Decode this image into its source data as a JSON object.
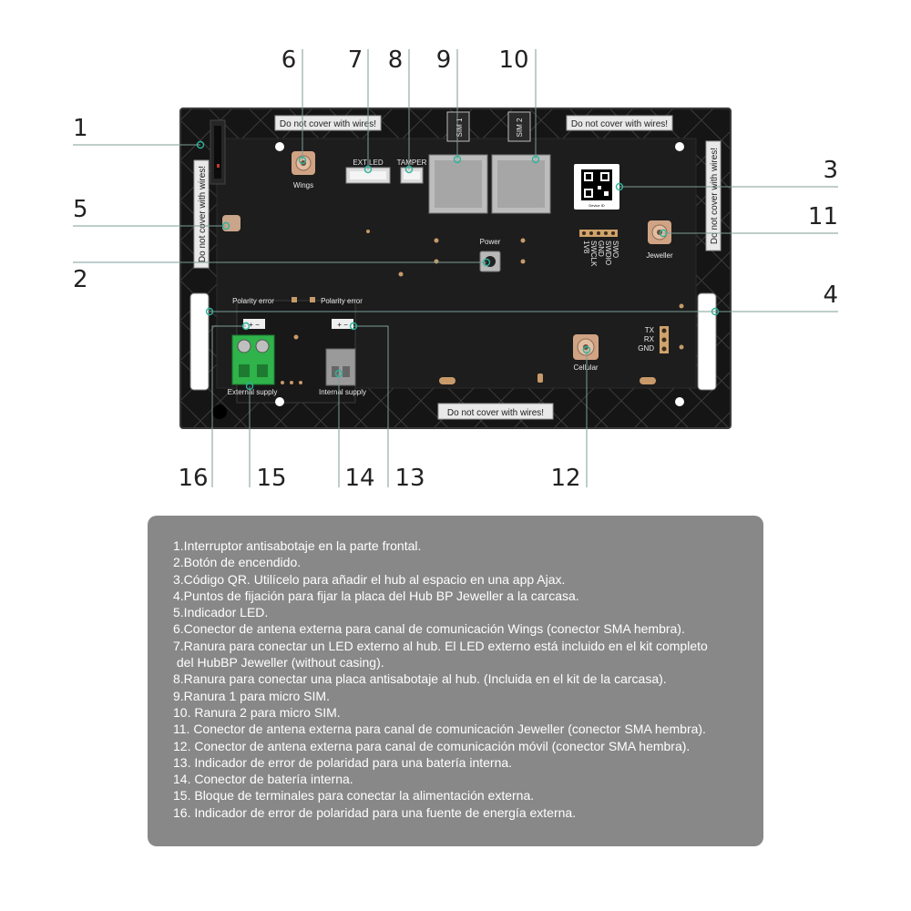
{
  "diagram": {
    "callouts": [
      "1",
      "2",
      "3",
      "4",
      "5",
      "6",
      "7",
      "8",
      "9",
      "10",
      "11",
      "12",
      "13",
      "14",
      "15",
      "16"
    ],
    "board": {
      "warning": "Do not cover with wires!",
      "wings": "Wings",
      "jeweller": "Jeweller",
      "cellular": "Cellular",
      "power": "Power",
      "sim1": "SIM 1",
      "sim2": "SIM 2",
      "ext_led": "EXT LED",
      "tamper": "TAMPER",
      "polarity_error": "Polarity error",
      "external_supply": "External supply",
      "internal_supply": "Internal supply",
      "device_id": "Device ID",
      "tx": "TX",
      "rx": "RX",
      "gnd": "GND",
      "header_pins": [
        "1V8",
        "SWCLK",
        "GND",
        "SWDIO",
        "SWO"
      ]
    }
  },
  "legend": {
    "items": [
      "1.Interruptor antisabotaje en la parte frontal.",
      "2.Botón de encendido.",
      "3.Código QR. Utilícelo para añadir el hub al espacio en una app Ajax.",
      "4.Puntos de fijación para fijar la placa del Hub BP Jeweller a la carcasa.",
      "5.Indicador LED.",
      "6.Conector de antena externa para canal de comunicación Wings (conector SMA hembra).",
      "7.Ranura para conectar un LED externo al hub. El LED externo está incluido en el kit completo",
      " del HubBP Jeweller (without casing).",
      "8.Ranura para conectar una placa antisabotaje al hub. (Incluida en el kit de la carcasa).",
      "9.Ranura 1 para micro SIM.",
      "10. Ranura 2 para micro SIM.",
      "11. Conector de antena externa para canal de comunicación Jeweller (conector SMA hembra).",
      "12. Conector de antena externa para canal de comunicación móvil (conector SMA hembra).",
      "13. Indicador de error de polaridad para una batería interna.",
      "14. Conector de batería interna.",
      "15. Bloque de terminales para conectar la alimentación externa.",
      "16. Indicador de error de polaridad para una fuente de energía externa."
    ]
  }
}
